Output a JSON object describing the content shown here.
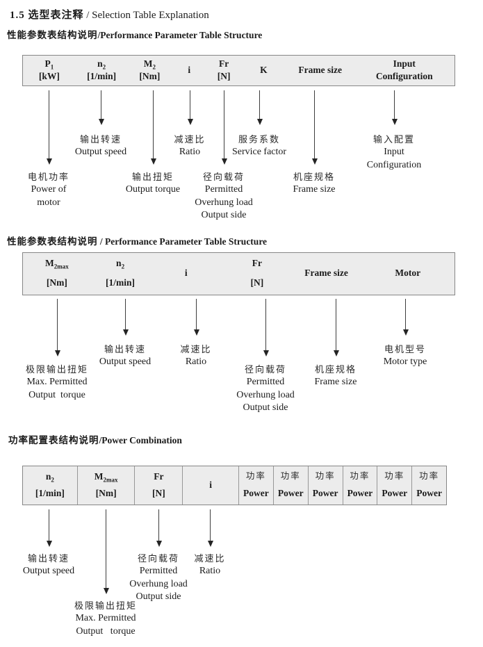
{
  "title": {
    "zh": "1.5 选型表注释",
    "en": "/ Selection Table Explanation"
  },
  "sections": [
    {
      "heading": {
        "zh": "性能参数表结构说明",
        "en": "/Performance Parameter Table Structure"
      },
      "table": {
        "columns": [
          {
            "sym": "P",
            "sub": "1",
            "unit": "[kW]"
          },
          {
            "sym": "n",
            "sub": "2",
            "unit": "[1/min]"
          },
          {
            "sym": "M",
            "sub": "2",
            "unit": "[Nm]"
          },
          {
            "sym": "i"
          },
          {
            "sym": "Fr",
            "unit": "[N]"
          },
          {
            "sym": "K"
          },
          {
            "sym": "Frame size"
          },
          {
            "sym": "Input",
            "unit": "Configuration"
          }
        ]
      },
      "labels": [
        {
          "zh": "电机功率",
          "en": [
            "Power of",
            "motor"
          ]
        },
        {
          "zh": "输出转速",
          "en": [
            "Output speed"
          ]
        },
        {
          "zh": "输出扭矩",
          "en": [
            "Output torque"
          ]
        },
        {
          "zh": "减速比",
          "en": [
            "Ratio"
          ]
        },
        {
          "zh": "径向载荷",
          "en": [
            "Permitted",
            "Overhung load",
            "Output side"
          ]
        },
        {
          "zh": "服务系数",
          "en": [
            "Service factor"
          ]
        },
        {
          "zh": "机座规格",
          "en": [
            "Frame size"
          ]
        },
        {
          "zh": "输入配置",
          "en": [
            "Input",
            "Configuration"
          ]
        }
      ]
    },
    {
      "heading": {
        "zh": "性能参数表结构说明",
        "en": "/ Performance Parameter Table Structure"
      },
      "table": {
        "columns": [
          {
            "sym": "M",
            "sub": "2max",
            "unit": "[Nm]"
          },
          {
            "sym": "n",
            "sub": "2",
            "unit": "[1/min]"
          },
          {
            "sym": "i"
          },
          {
            "sym": "Fr",
            "unit": "[N]"
          },
          {
            "sym": "Frame size"
          },
          {
            "sym": "Motor"
          }
        ]
      },
      "labels": [
        {
          "zh": "极限输出扭矩",
          "en": [
            "Max. Permitted",
            "Output  torque"
          ]
        },
        {
          "zh": "输出转速",
          "en": [
            "Output speed"
          ]
        },
        {
          "zh": "减速比",
          "en": [
            "Ratio"
          ]
        },
        {
          "zh": "径向载荷",
          "en": [
            "Permitted",
            "Overhung load",
            "Output side"
          ]
        },
        {
          "zh": "机座规格",
          "en": [
            "Frame size"
          ]
        },
        {
          "zh": "电机型号",
          "en": [
            "Motor type"
          ]
        }
      ]
    },
    {
      "heading": {
        "zh": "功率配置表结构说明",
        "en": "/Power Combination"
      },
      "table": {
        "columns": [
          {
            "sym": "n",
            "sub": "2",
            "unit": "[1/min]"
          },
          {
            "sym": "M",
            "sub": "2max",
            "unit": "[Nm]"
          },
          {
            "sym": "Fr",
            "unit": "[N]"
          },
          {
            "sym": "i"
          },
          {
            "zh": "功率",
            "en": "Power"
          },
          {
            "zh": "功率",
            "en": "Power"
          },
          {
            "zh": "功率",
            "en": "Power"
          },
          {
            "zh": "功率",
            "en": "Power"
          },
          {
            "zh": "功率",
            "en": "Power"
          },
          {
            "zh": "功率",
            "en": "Power"
          }
        ]
      },
      "labels": [
        {
          "zh": "输出转速",
          "en": [
            "Output speed"
          ]
        },
        {
          "zh": "极限输出扭矩",
          "en": [
            "Max. Permitted",
            "Output   torque"
          ]
        },
        {
          "zh": "径向载荷",
          "en": [
            "Permitted",
            "Overhung load",
            "Output side"
          ]
        },
        {
          "zh": "减速比",
          "en": [
            "Ratio"
          ]
        }
      ]
    }
  ]
}
